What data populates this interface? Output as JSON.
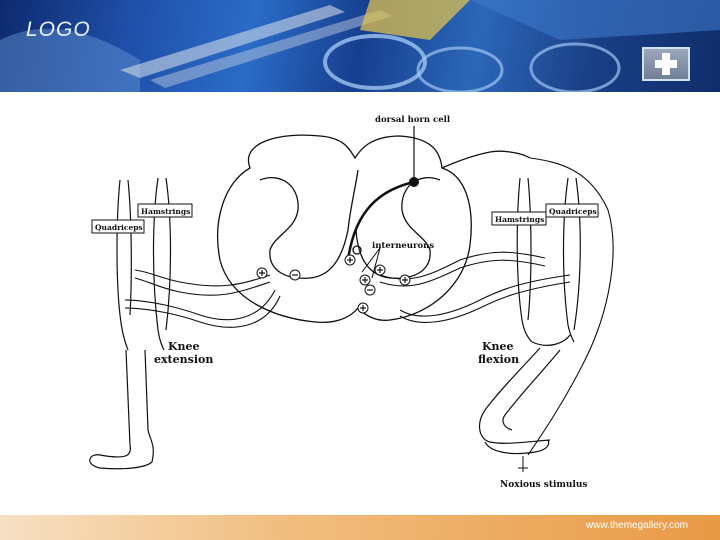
{
  "header": {
    "logo_text": "LOGO",
    "cross_icon": "medical-cross-icon"
  },
  "diagram": {
    "labels": {
      "dorsal_horn_cell": "dorsal horn cell",
      "interneurons": "interneurons",
      "hamstrings_left": "Hamstrings",
      "quadriceps_left": "Quadriceps",
      "hamstrings_right": "Hamstrings",
      "quadriceps_right": "Quadriceps",
      "knee_extension_1": "Knee",
      "knee_extension_2": "extension",
      "knee_flexion_1": "Knee",
      "knee_flexion_2": "flexion",
      "noxious_stimulus": "Noxious stimulus"
    }
  },
  "footer": {
    "url": "www.themegallery.com"
  },
  "colors": {
    "header_blue": "#1f4fa8",
    "footer_orange": "#e89a45"
  }
}
